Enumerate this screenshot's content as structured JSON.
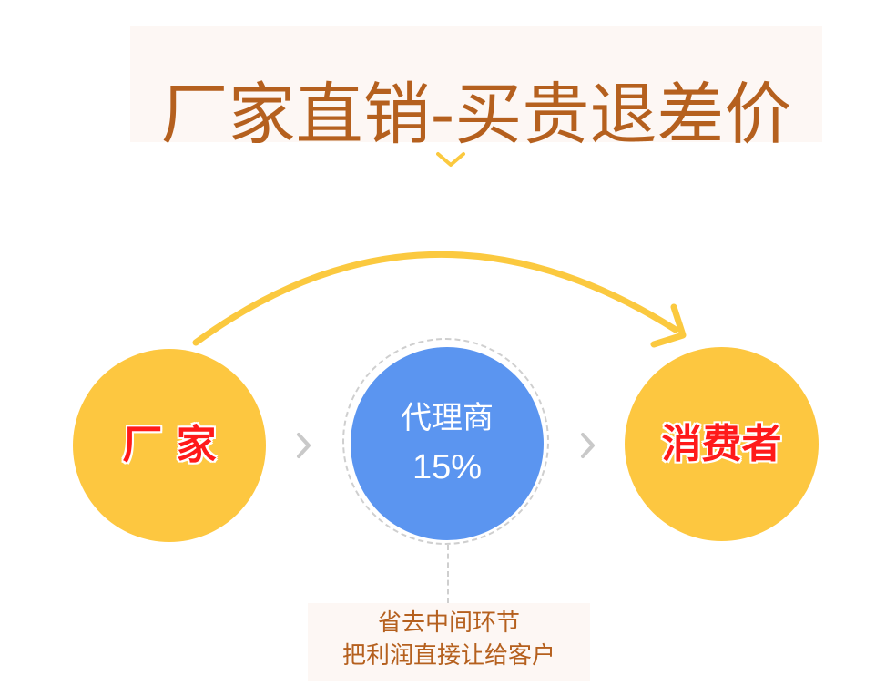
{
  "header": {
    "title": "厂家直销-买贵退差价"
  },
  "flow": {
    "nodes": [
      {
        "label": "厂 家"
      },
      {
        "label": "代理商",
        "value": "15%"
      },
      {
        "label": "消费者"
      }
    ]
  },
  "caption": {
    "line1": "省去中间环节",
    "line2": "把利润直接让给客户"
  },
  "colors": {
    "accent_yellow": "#fdc740",
    "agent_blue": "#5b95f0",
    "title_brown": "#b5601e",
    "label_red": "#ff1a1a",
    "arrow_yellow": "#fbc93f",
    "dashed_gray": "#cfcfcf"
  },
  "icons": [
    "chevron-down-icon",
    "curved-arrow-icon",
    "chevron-right-icon"
  ]
}
